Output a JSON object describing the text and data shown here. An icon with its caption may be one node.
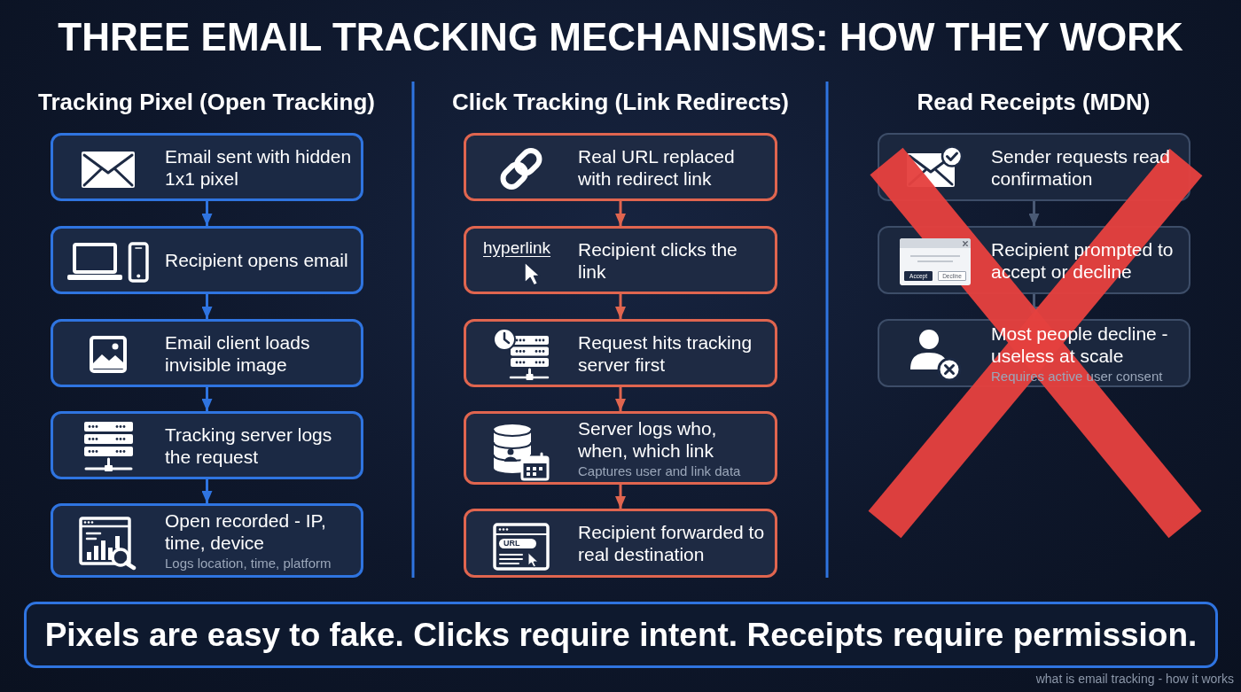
{
  "diagram": {
    "title": "THREE EMAIL TRACKING MECHANISMS: HOW THEY WORK",
    "caption": "what is email tracking - how it works",
    "nodes": [
      {
        "text": [
          "Email sent with hidden 1x1 pixel"
        ]
      },
      {
        "text": [
          "Recipient opens email"
        ]
      },
      {
        "text": [
          "Email client loads invisible image"
        ]
      },
      {
        "text": [
          "Tracking server logs the request"
        ]
      },
      {
        "text": [
          "Open recorded - IP, time, device",
          "Logs location, time, platform"
        ]
      },
      {
        "text": [
          "Real URL replaced with redirect link"
        ]
      },
      {
        "text": [
          "hyperlink",
          "Recipient clicks the link"
        ]
      },
      {
        "text": [
          "Request hits tracking server first"
        ]
      },
      {
        "text": [
          "Server logs who, when, which link",
          "Captures user and link data"
        ]
      },
      {
        "text": [
          "URL",
          "Recipient forwarded to real destination"
        ]
      },
      {
        "text": [
          "Sender requests read confirmation"
        ]
      },
      {
        "text": [
          "Accept",
          "Decline",
          "Recipient prompted to accept or decline"
        ]
      },
      {
        "text": [
          "Most people decline - useless at scale",
          "Requires active user consent"
        ]
      },
      {
        "text": [
          "Pixels are easy to fake. Clicks require intent. Receipts require permission."
        ]
      }
    ],
    "edges": [
      {
        "from": 0,
        "to": 1,
        "arrow": "to"
      },
      {
        "from": 1,
        "to": 2,
        "arrow": "to"
      },
      {
        "from": 2,
        "to": 3,
        "arrow": "to"
      },
      {
        "from": 3,
        "to": 4,
        "arrow": "to"
      },
      {
        "from": 5,
        "to": 6,
        "arrow": "to",
        "color": "#e0654f"
      },
      {
        "from": 6,
        "to": 7,
        "arrow": "to",
        "color": "#e0654f"
      },
      {
        "from": 7,
        "to": 8,
        "arrow": "to",
        "color": "#e0654f"
      },
      {
        "from": 8,
        "to": 9,
        "arrow": "to",
        "color": "#e0654f"
      },
      {
        "from": 10,
        "to": 11,
        "arrow": "to",
        "color": "#4a5a75"
      },
      {
        "from": 11,
        "to": 12,
        "arrow": "to",
        "color": "#4a5a75"
      }
    ],
    "labels": [
      "Tracking Pixel (Open Tracking)",
      "Click Tracking (Link Redirects)",
      "Read Receipts (MDN)"
    ]
  }
}
